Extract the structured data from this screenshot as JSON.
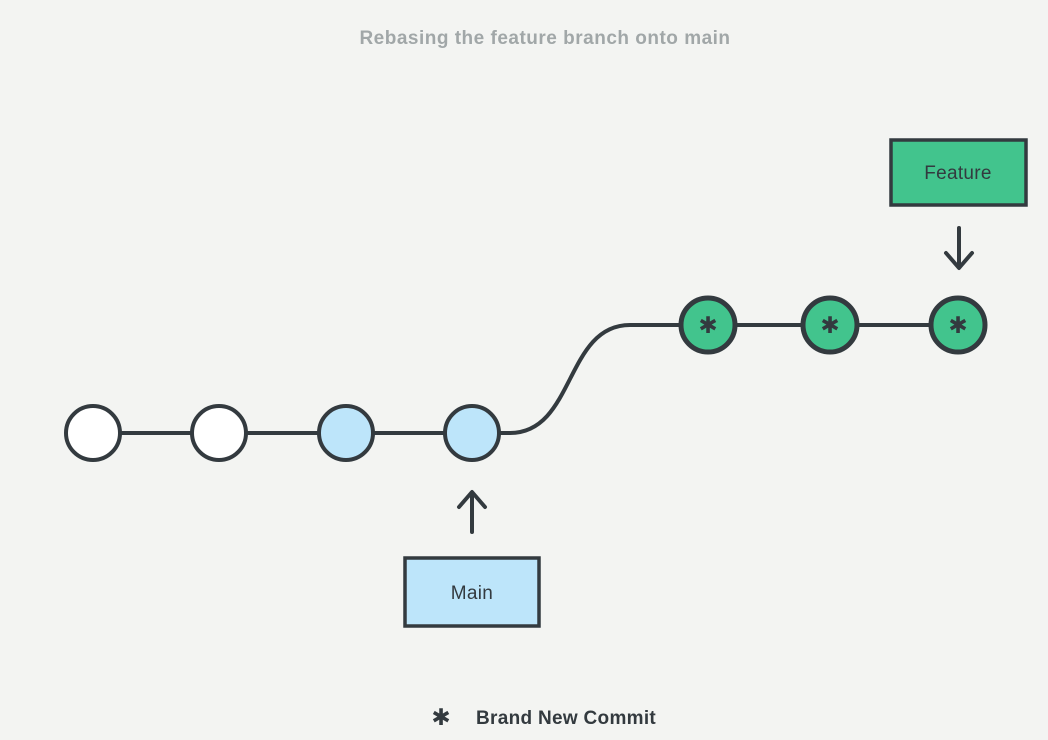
{
  "title": "Rebasing the feature branch onto main",
  "colors": {
    "background": "#f3f4f2",
    "stroke": "#333a3f",
    "text": "#333a3f",
    "title": "#a1a7a8",
    "commit_white": "#ffffff",
    "commit_blue": "#bde5fa",
    "commit_green": "#42c48d"
  },
  "labels": {
    "feature": "Feature",
    "main": "Main"
  },
  "legend": {
    "symbol": "✱",
    "text": "Brand New Commit"
  },
  "icons": {
    "new_commit": "✱",
    "up_arrow": "↑",
    "down_arrow": "↓"
  },
  "diagram": {
    "branches": [
      {
        "name": "Main",
        "color": "#bde5fa",
        "commit_count": 4,
        "commits": [
          "existing",
          "existing",
          "recent",
          "recent"
        ]
      },
      {
        "name": "Feature",
        "color": "#42c48d",
        "commit_count": 3,
        "commits": [
          "brand-new",
          "brand-new",
          "brand-new"
        ]
      }
    ]
  }
}
